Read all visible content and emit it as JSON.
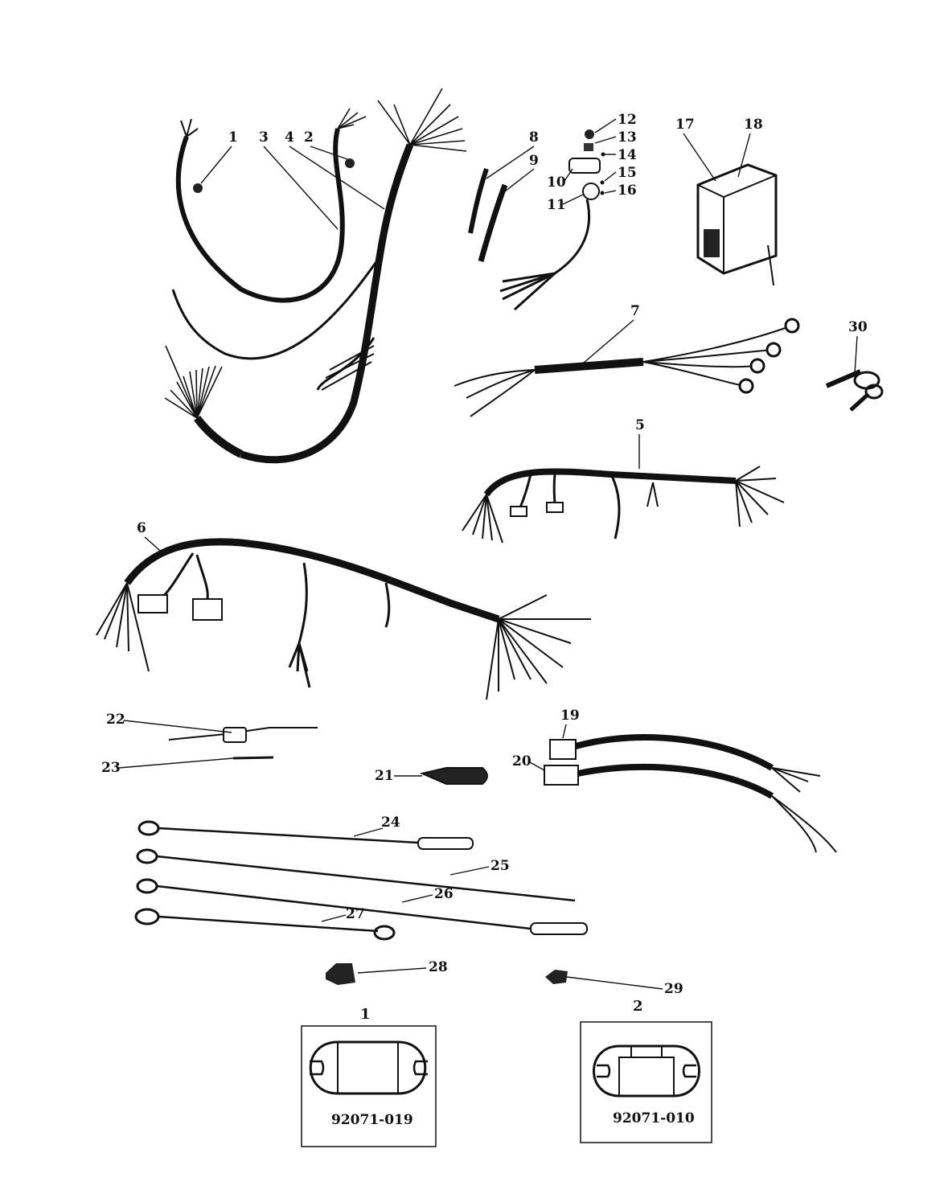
{
  "callouts": [
    "1",
    "2",
    "3",
    "4",
    "5",
    "6",
    "7",
    "8",
    "9",
    "10",
    "11",
    "12",
    "13",
    "14",
    "15",
    "16",
    "17",
    "18",
    "19",
    "20",
    "21",
    "22",
    "23",
    "24",
    "25",
    "26",
    "27",
    "28",
    "29",
    "30"
  ],
  "details": [
    {
      "label": "1",
      "part_number": "92071-019"
    },
    {
      "label": "2",
      "part_number": "92071-010"
    }
  ]
}
